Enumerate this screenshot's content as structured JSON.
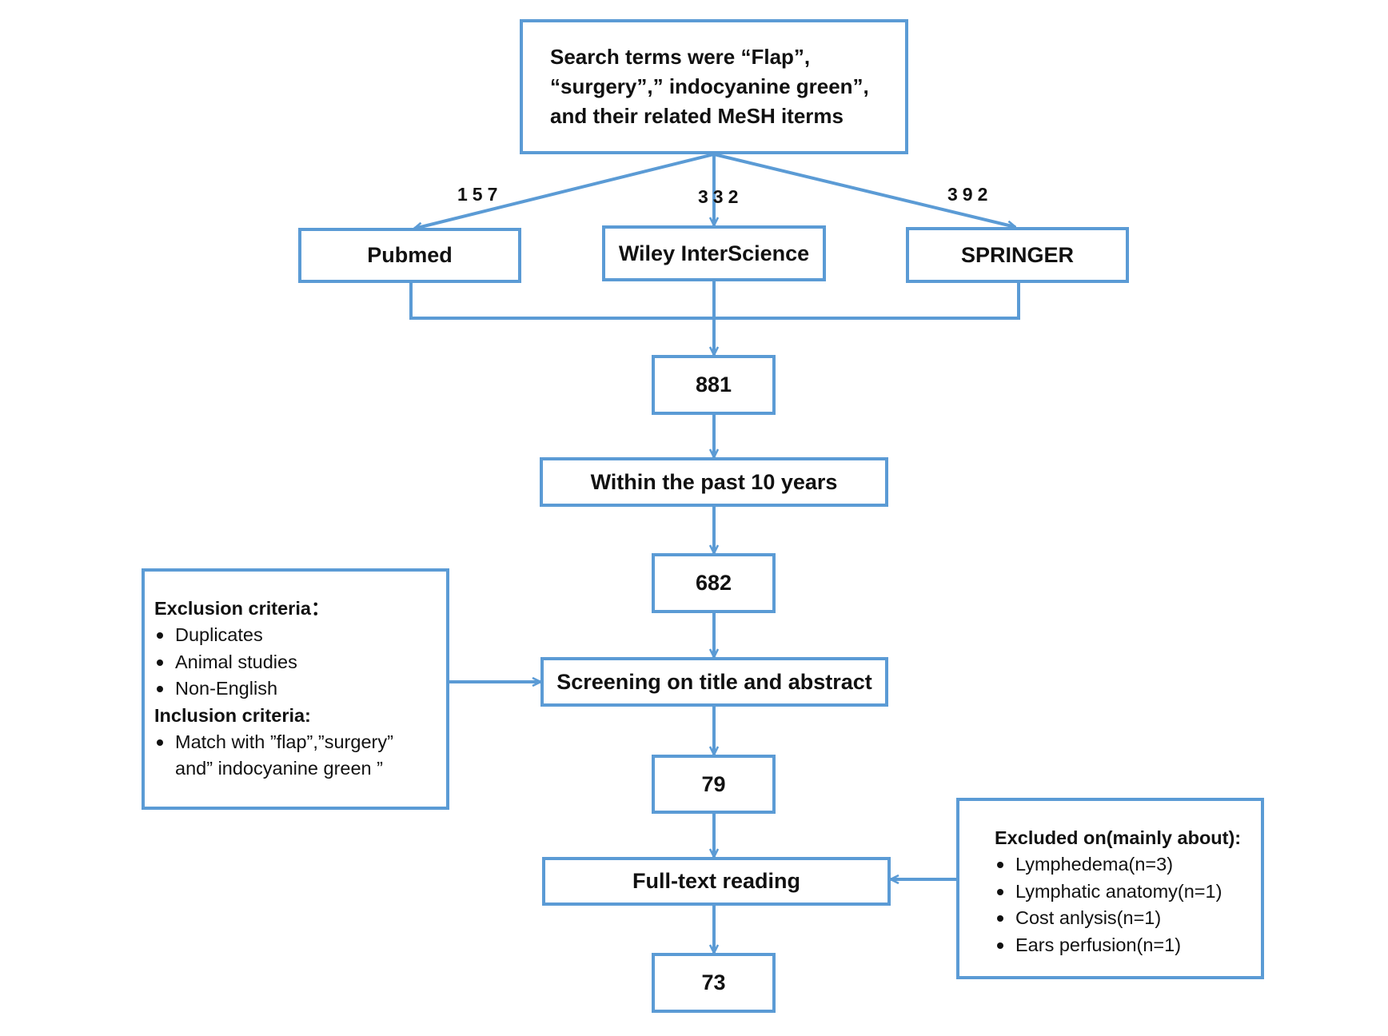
{
  "colors": {
    "border": "#5b9bd5",
    "connector": "#5b9bd5",
    "text": "#111111"
  },
  "search_box": {
    "lines": [
      "Search terms were “Flap”,",
      "“surgery”,” indocyanine green”,",
      "and their related MeSH iterms"
    ]
  },
  "sources": [
    {
      "label": "Pubmed",
      "count": "157"
    },
    {
      "label": "Wiley InterScience",
      "count": "332"
    },
    {
      "label": "SPRINGER",
      "count": "392"
    }
  ],
  "steps": {
    "total": "881",
    "filter": "Within the past 10 years",
    "after_filter": "682",
    "screening": "Screening on title and abstract",
    "after_screening": "79",
    "fulltext": "Full-text reading",
    "final": "73"
  },
  "criteria": {
    "exclusion_heading": "Exclusion criteria：",
    "exclusion_items": [
      "Duplicates",
      "Animal studies",
      "Non-English"
    ],
    "inclusion_heading": "Inclusion criteria:",
    "inclusion_items": [
      "Match with ”flap”,”surgery” and” indocyanine green ”"
    ]
  },
  "excluded": {
    "heading": "Excluded on(mainly about):",
    "items": [
      "Lymphedema(n=3)",
      "Lymphatic anatomy(n=1)",
      "Cost anlysis(n=1)",
      "Ears perfusion(n=1)"
    ]
  }
}
